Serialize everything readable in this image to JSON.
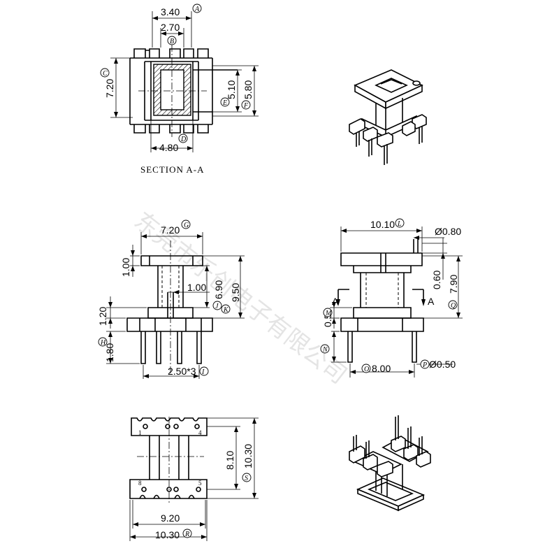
{
  "watermark": "东莞市乐创电子有限公司",
  "section_title": "SECTION A-A",
  "section_arrow_label": "A",
  "dims": {
    "A": "3.40",
    "B": "2.70",
    "C": "7.20",
    "D": "4.80",
    "E": "5.10",
    "F": "5.80",
    "G": "7.20",
    "H": "1.80",
    "I": "2.50*3",
    "J": "6.90",
    "K": "9.50",
    "L": "10.10",
    "M": "0.50",
    "N": "",
    "O": "8.00",
    "P": "Ø0.50",
    "Q": "7.90",
    "R": "10.30",
    "S": "10.30",
    "front_flange_h": "1.00",
    "front_slot_w": "1.00",
    "front_base_h": "1.20",
    "side_pin_dia": "Ø0.80",
    "side_top_h": "0.60",
    "bottom_pitch_h": "8.10",
    "bottom_inner_w": "9.20"
  },
  "circle_labels": [
    "A",
    "B",
    "C",
    "D",
    "E",
    "F",
    "G",
    "H",
    "I",
    "J",
    "K",
    "L",
    "M",
    "N",
    "O",
    "P",
    "Q",
    "R",
    "S"
  ],
  "pins": [
    "1",
    "4",
    "8",
    "5"
  ]
}
